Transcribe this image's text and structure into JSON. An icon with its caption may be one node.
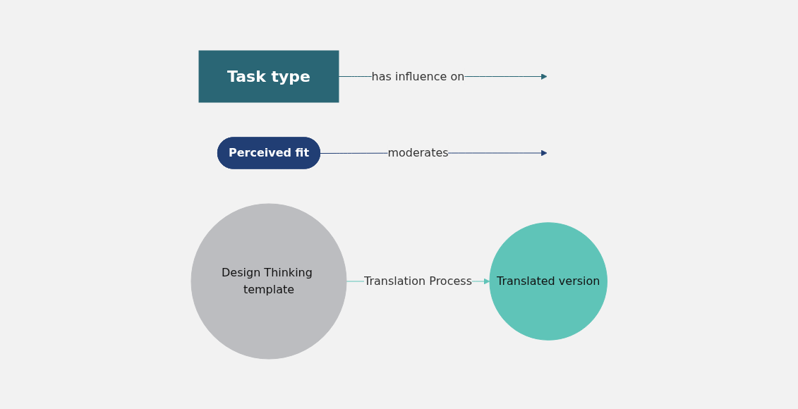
{
  "diagram": {
    "nodes": [
      {
        "text": [
          "Task type"
        ]
      },
      {
        "text": [
          "Perceived fit"
        ]
      },
      {
        "text": [
          "Design Thinking template"
        ]
      },
      {
        "text": [
          "Translated version"
        ]
      }
    ],
    "edges": [
      {
        "from": 0,
        "to": null,
        "arrow": "to",
        "label": "has influence on",
        "color": "#2a6675"
      },
      {
        "from": 1,
        "to": null,
        "arrow": "to",
        "label": "moderates",
        "color": "#213e74"
      },
      {
        "from": 2,
        "to": 3,
        "arrow": "to",
        "label": "Translation Process",
        "color": "#5fc4b8"
      }
    ]
  }
}
